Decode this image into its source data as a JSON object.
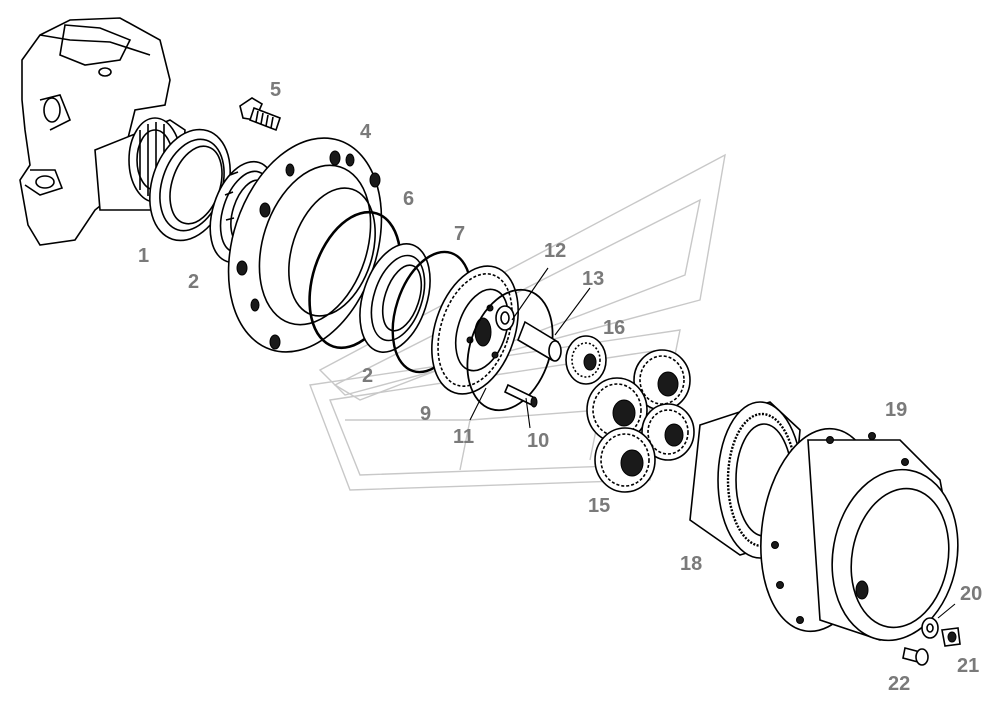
{
  "labels": {
    "p1": "1",
    "p2a": "2",
    "p2b": "2",
    "p4": "4",
    "p5": "5",
    "p6": "6",
    "p7": "7",
    "p9": "9",
    "p10": "10",
    "p11": "11",
    "p12": "12",
    "p13": "13",
    "p15": "15",
    "p16": "16",
    "p18": "18",
    "p19": "19",
    "p20": "20",
    "p21": "21",
    "p22": "22"
  }
}
